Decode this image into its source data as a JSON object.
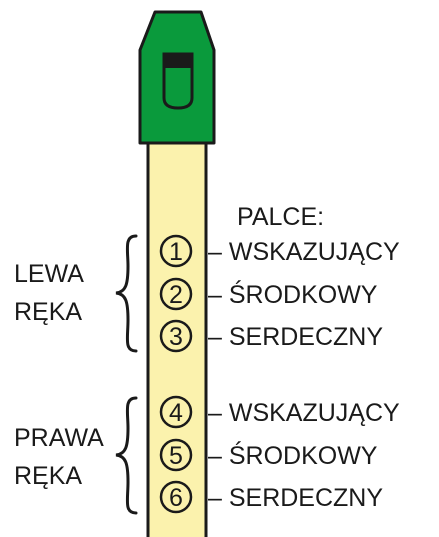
{
  "header": {
    "fingers_title": "PALCE:"
  },
  "groups": {
    "left": {
      "line1": "LEWA",
      "line2": "RĘKA"
    },
    "right": {
      "line1": "PRAWA",
      "line2": "RĘKA"
    }
  },
  "holes": [
    {
      "number": "1",
      "finger": "– WSKAZUJĄCY"
    },
    {
      "number": "2",
      "finger": "– ŚRODKOWY"
    },
    {
      "number": "3",
      "finger": "– SERDECZNY"
    },
    {
      "number": "4",
      "finger": "– WSKAZUJĄCY"
    },
    {
      "number": "5",
      "finger": "– ŚRODKOWY"
    },
    {
      "number": "6",
      "finger": "– SERDECZNY"
    }
  ],
  "colors": {
    "mouthpiece": "#0a9a3c",
    "body": "#fbf2ad",
    "outline": "#1a1a1a",
    "text": "#1a1a1a"
  },
  "icons": {
    "brace": "curly-brace",
    "hole": "circled-number"
  }
}
